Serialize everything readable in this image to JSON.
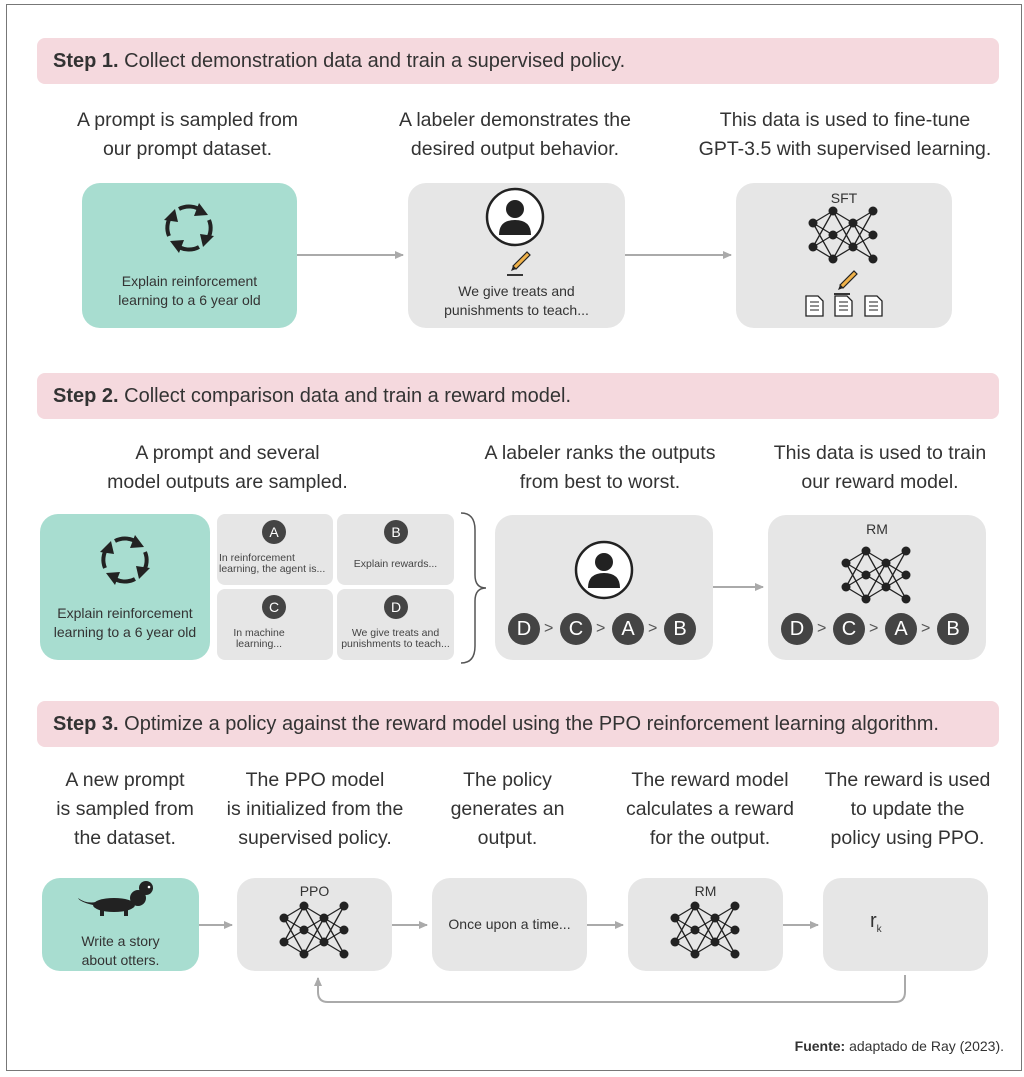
{
  "step1": {
    "title_bold": "Step 1.",
    "title_rest": " Collect demonstration data and train a supervised policy.",
    "desc1": "A prompt is sampled from\nour prompt dataset.",
    "desc2": "A labeler demonstrates the\ndesired output behavior.",
    "desc3": "This data is used to fine-tune\nGPT-3.5 with supervised learning.",
    "box1_text": "Explain reinforcement\nlearning to a 6 year old",
    "box2_text": "We give treats and\npunishments to teach...",
    "box3_label": "SFT"
  },
  "step2": {
    "title_bold": "Step 2.",
    "title_rest": " Collect comparison data and train a reward model.",
    "desc1": "A prompt and several\nmodel outputs are sampled.",
    "desc2": "A labeler ranks the outputs\nfrom best to worst.",
    "desc3": "This data is used to train\nour reward model.",
    "box1_text": "Explain reinforcement\nlearning to a 6 year old",
    "outputs": [
      {
        "letter": "A",
        "text": "In reinforcement\nlearning, the agent is..."
      },
      {
        "letter": "B",
        "text": "Explain rewards..."
      },
      {
        "letter": "C",
        "text": "In machine\nlearning..."
      },
      {
        "letter": "D",
        "text": "We give treats and\npunishments to teach..."
      }
    ],
    "ranking": [
      "D",
      "C",
      "A",
      "B"
    ],
    "gt": ">",
    "rm_label": "RM"
  },
  "step3": {
    "title_bold": "Step 3.",
    "title_rest": " Optimize a policy against the reward model using the PPO reinforcement learning algorithm.",
    "desc1": "A new prompt\nis sampled from\nthe dataset.",
    "desc2": "The PPO model\nis initialized from the\nsupervised policy.",
    "desc3": "The policy\ngenerates an\noutput.",
    "desc4": "The reward model\ncalculates a reward\nfor the output.",
    "desc5": "The reward is used\nto update the\npolicy using PPO.",
    "box1_text": "Write a story\nabout otters.",
    "ppo_label": "PPO",
    "output_text": "Once upon a time...",
    "rm_label": "RM",
    "reward_symbol": "r",
    "reward_sub": "k"
  },
  "source": {
    "bold": "Fuente:",
    "rest": " adaptado de Ray (2023)."
  },
  "colors": {
    "banner": "#f5d9de",
    "prompt_box": "#a8ddd0",
    "process_box": "#e6e6e6",
    "arrow": "#aaaaaa",
    "node": "#222222"
  }
}
